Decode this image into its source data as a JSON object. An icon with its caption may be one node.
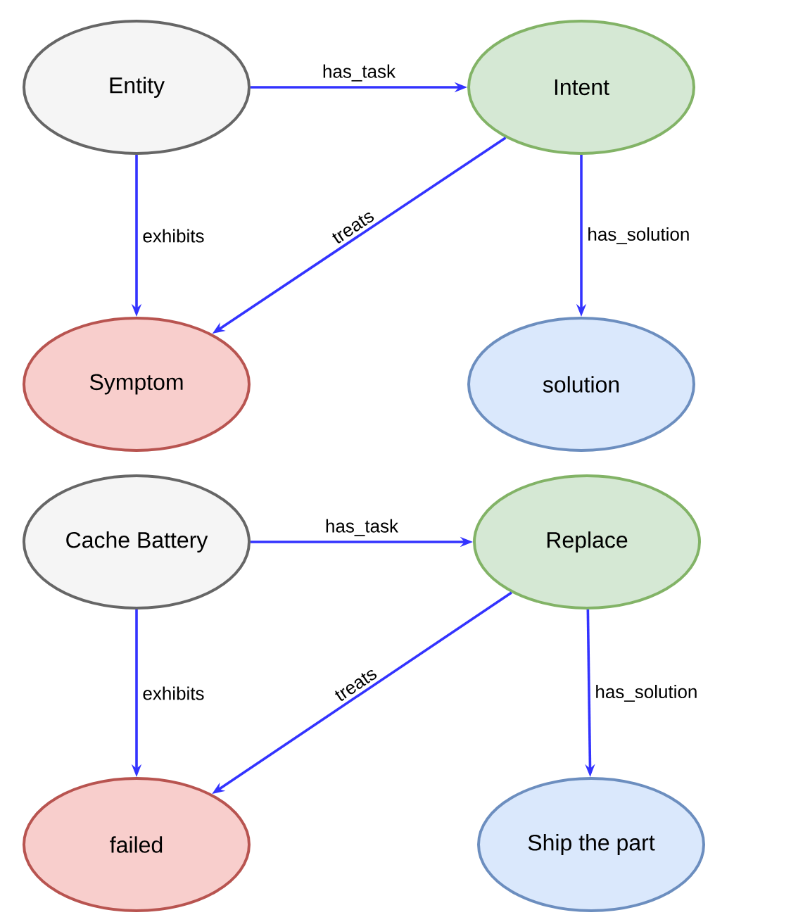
{
  "diagram": {
    "nodes": [
      {
        "text": [
          "Entity"
        ]
      },
      {
        "text": [
          "Intent"
        ]
      },
      {
        "text": [
          "Symptom"
        ]
      },
      {
        "text": [
          "solution"
        ]
      },
      {
        "text": [
          "Cache Battery"
        ]
      },
      {
        "text": [
          "Replace"
        ]
      },
      {
        "text": [
          "failed"
        ]
      },
      {
        "text": [
          "Ship the part"
        ]
      }
    ],
    "edges": [
      {
        "from": 0,
        "to": 1,
        "arrow": "to",
        "label": "has_task"
      },
      {
        "from": 0,
        "to": 2,
        "arrow": "to",
        "label": "exhibits"
      },
      {
        "from": 1,
        "to": 2,
        "arrow": "to",
        "label": "treats"
      },
      {
        "from": 1,
        "to": 3,
        "arrow": "to",
        "label": "has_solution"
      },
      {
        "from": 4,
        "to": 5,
        "arrow": "to",
        "label": "has_task"
      },
      {
        "from": 4,
        "to": 6,
        "arrow": "to",
        "label": "exhibits"
      },
      {
        "from": 5,
        "to": 6,
        "arrow": "to",
        "label": "treats"
      },
      {
        "from": 5,
        "to": 7,
        "arrow": "to",
        "label": "has_solution"
      }
    ]
  }
}
